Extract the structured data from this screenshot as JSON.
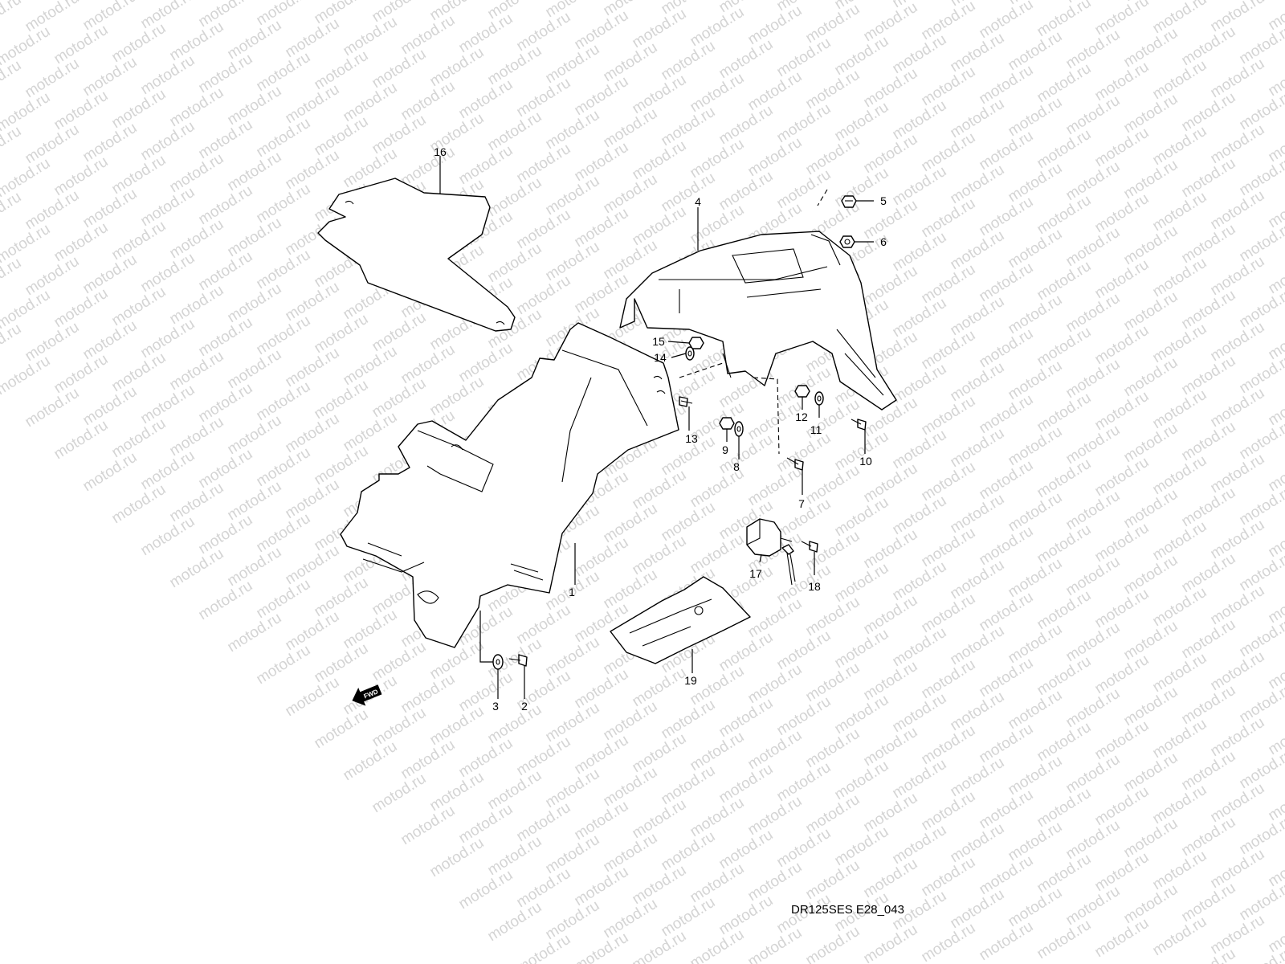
{
  "watermark": {
    "text": "motod.ru",
    "color": "#d4d4d4"
  },
  "callouts": {
    "c1": "1",
    "c2": "2",
    "c3": "3",
    "c4": "4",
    "c5": "5",
    "c6": "6",
    "c7": "7",
    "c8": "8",
    "c9": "9",
    "c10": "10",
    "c11": "11",
    "c12": "12",
    "c13": "13",
    "c14": "14",
    "c15": "15",
    "c16": "16",
    "c17": "17",
    "c18": "18",
    "c19": "19"
  },
  "fwd_label": "FWD",
  "diagram_code": "DR125SES E28_043"
}
